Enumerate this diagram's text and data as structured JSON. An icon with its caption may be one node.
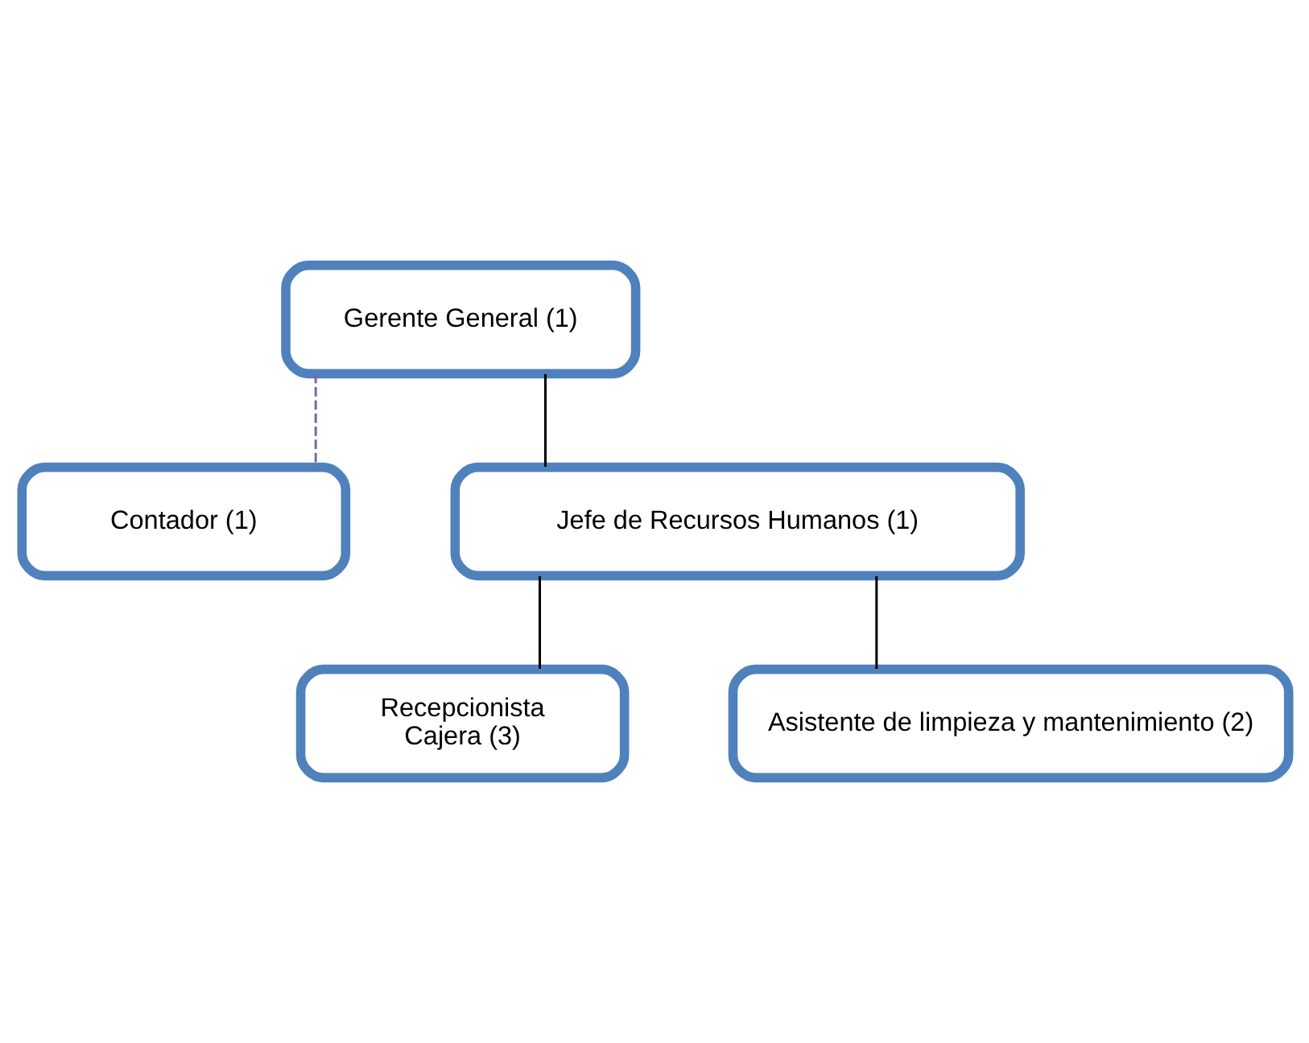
{
  "diagram": {
    "nodes": [
      {
        "text": [
          "Gerente General (1)"
        ]
      },
      {
        "text": [
          "Contador (1)"
        ]
      },
      {
        "text": [
          "Jefe de Recursos Humanos (1)"
        ]
      },
      {
        "text": [
          "Recepcionista",
          "Cajera (3)"
        ]
      },
      {
        "text": [
          "Asistente de limpieza y mantenimiento (2)"
        ]
      }
    ],
    "edges": [
      {
        "from": 0,
        "to": 2,
        "arrow": "none"
      },
      {
        "from": 0,
        "to": 1,
        "arrow": "none",
        "style": "dashed",
        "color": "#8064a2"
      },
      {
        "from": 2,
        "to": 3,
        "arrow": "none"
      },
      {
        "from": 2,
        "to": 4,
        "arrow": "none"
      }
    ]
  }
}
